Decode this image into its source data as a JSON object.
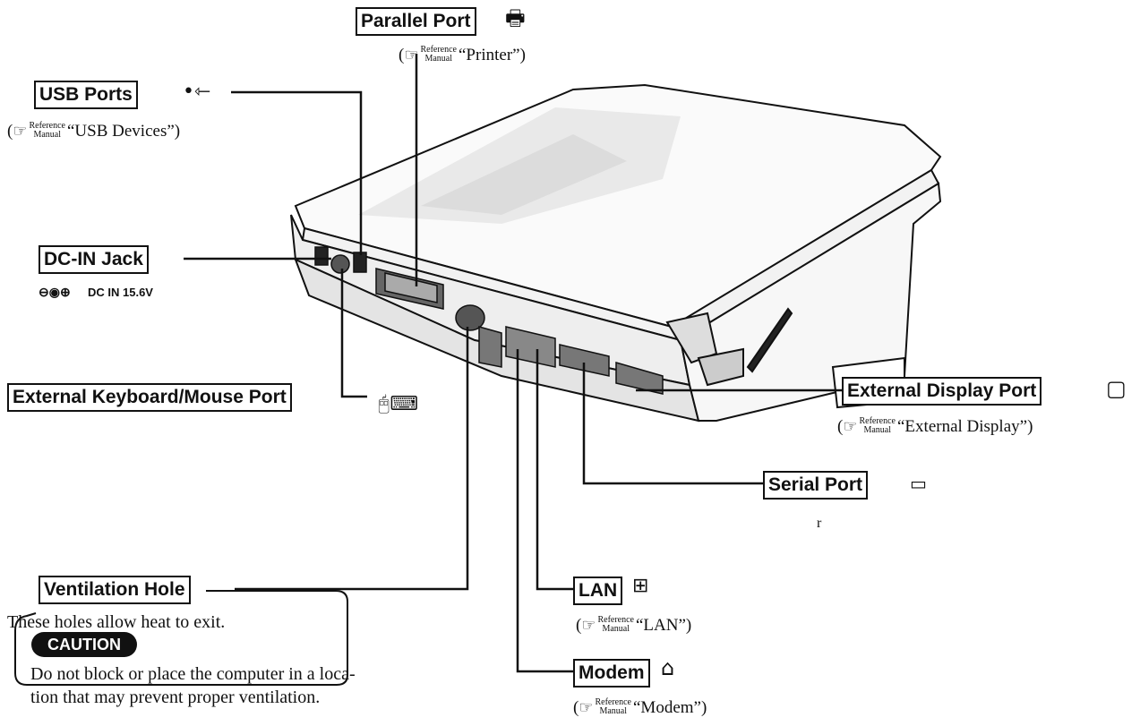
{
  "labels": {
    "parallel_port": "Parallel Port",
    "usb_ports": "USB Ports",
    "dc_in_jack": "DC-IN Jack",
    "external_keyboard_mouse_port": "External Keyboard/Mouse Port",
    "ventilation_hole": "Ventilation Hole",
    "external_display_port": "External Display Port",
    "serial_port": "Serial Port",
    "lan": "LAN",
    "modem": "Modem"
  },
  "reference_word": "Reference",
  "manual_word": "Manual",
  "references": {
    "parallel_port": "“Printer”)",
    "usb_ports": "“USB Devices”)",
    "external_display_port": "“External Display”)",
    "lan": "“LAN”)",
    "modem": "“Modem”)"
  },
  "open_paren": "(",
  "dc_in_spec": "DC IN 15.6V",
  "dc_polarity_symbol": "⊖◉⊕",
  "ventilation_text": "These holes allow heat to exit.",
  "caution": {
    "title": "CAUTION",
    "line1": "Do not block or place the computer in a loca-",
    "line2": "tion that may prevent proper ventilation."
  },
  "stray_mark": "r",
  "icons": {
    "parallel": "printer-icon",
    "usb": "usb-icon",
    "keyboard_mouse": "mouse-keyboard-icon",
    "display": "monitor-icon",
    "serial": "serial-port-icon",
    "lan": "network-icon",
    "modem": "phone-jack-icon",
    "reference": "pointing-hand-icon"
  }
}
